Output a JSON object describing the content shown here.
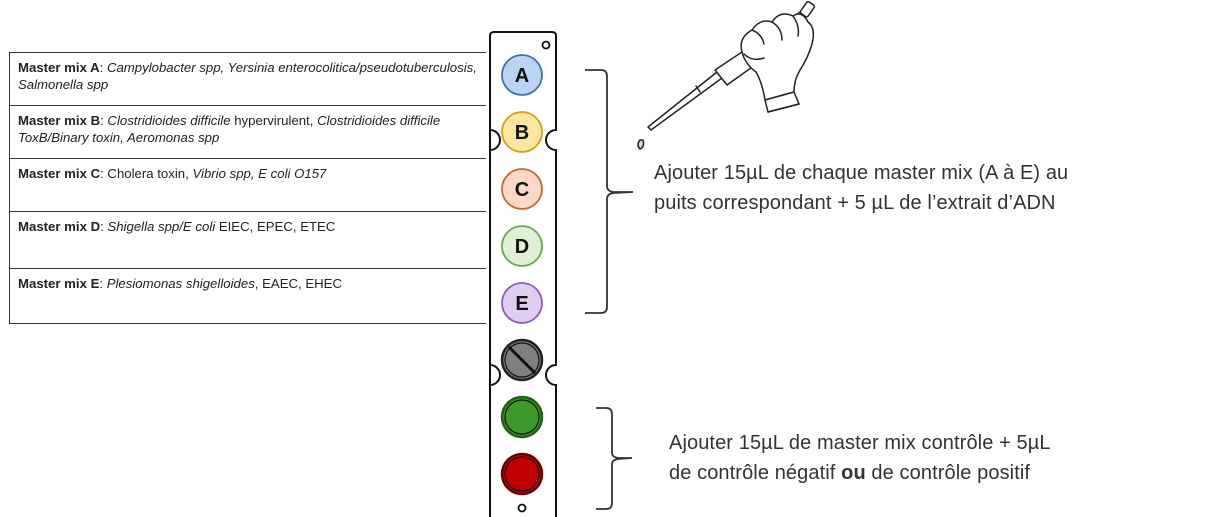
{
  "master_mixes": [
    {
      "bold": "Master mix A",
      "parts": [
        {
          "t": ": ",
          "i": false
        },
        {
          "t": "Campylobacter spp, Yersinia enterocolitica/pseudotuberculosis, Salmonella spp",
          "i": true
        }
      ]
    },
    {
      "bold": "Master mix B",
      "parts": [
        {
          "t": ": ",
          "i": false
        },
        {
          "t": "Clostridioides difficile",
          "i": true
        },
        {
          "t": " hypervirulent, ",
          "i": false
        },
        {
          "t": "Clostridioides difficile ToxB/Binary toxin, Aeromonas spp",
          "i": true
        }
      ]
    },
    {
      "bold": "Master mix C",
      "parts": [
        {
          "t": ": Cholera toxin, ",
          "i": false
        },
        {
          "t": "Vibrio spp, E coli O157",
          "i": true
        }
      ]
    },
    {
      "bold": "Master mix D",
      "parts": [
        {
          "t": ": ",
          "i": false
        },
        {
          "t": "Shigella spp/E coli",
          "i": true
        },
        {
          "t": " EIEC, EPEC, ETEC",
          "i": false
        }
      ]
    },
    {
      "bold": "Master mix E",
      "parts": [
        {
          "t": ": ",
          "i": false
        },
        {
          "t": "Plesiomonas shigelloides",
          "i": true
        },
        {
          "t": ", EAEC, EHEC",
          "i": false
        }
      ]
    }
  ],
  "wells": [
    {
      "label": "A",
      "fill": "#bcd4f0",
      "stroke": "#3f6fb5"
    },
    {
      "label": "B",
      "fill": "#fde6a0",
      "stroke": "#d4a017"
    },
    {
      "label": "C",
      "fill": "#fbd9c6",
      "stroke": "#c2672e"
    },
    {
      "label": "D",
      "fill": "#dff0d4",
      "stroke": "#6aa84f"
    },
    {
      "label": "E",
      "fill": "#e2cdf2",
      "stroke": "#8e5bb8"
    },
    {
      "label": "",
      "fill": "#7f7f7f",
      "stroke": "#222222",
      "type": "blocked"
    },
    {
      "label": "",
      "fill": "#3c9a28",
      "stroke": "#1f5f15",
      "type": "control"
    },
    {
      "label": "",
      "fill": "#c00000",
      "stroke": "#6b0000",
      "type": "control"
    }
  ],
  "instruction_1": {
    "line1": "Ajouter 15µL de chaque master mix (A à E) au",
    "line2": "puits correspondant + 5 µL de l’extrait d’ADN"
  },
  "instruction_2": {
    "line1": "Ajouter 15µL de master mix contrôle + 5µL",
    "line2_a": "de contrôle négatif ",
    "line2_bold": "ou",
    "line2_b": " de contrôle positif"
  },
  "pipette_icon": "pipette-icon"
}
